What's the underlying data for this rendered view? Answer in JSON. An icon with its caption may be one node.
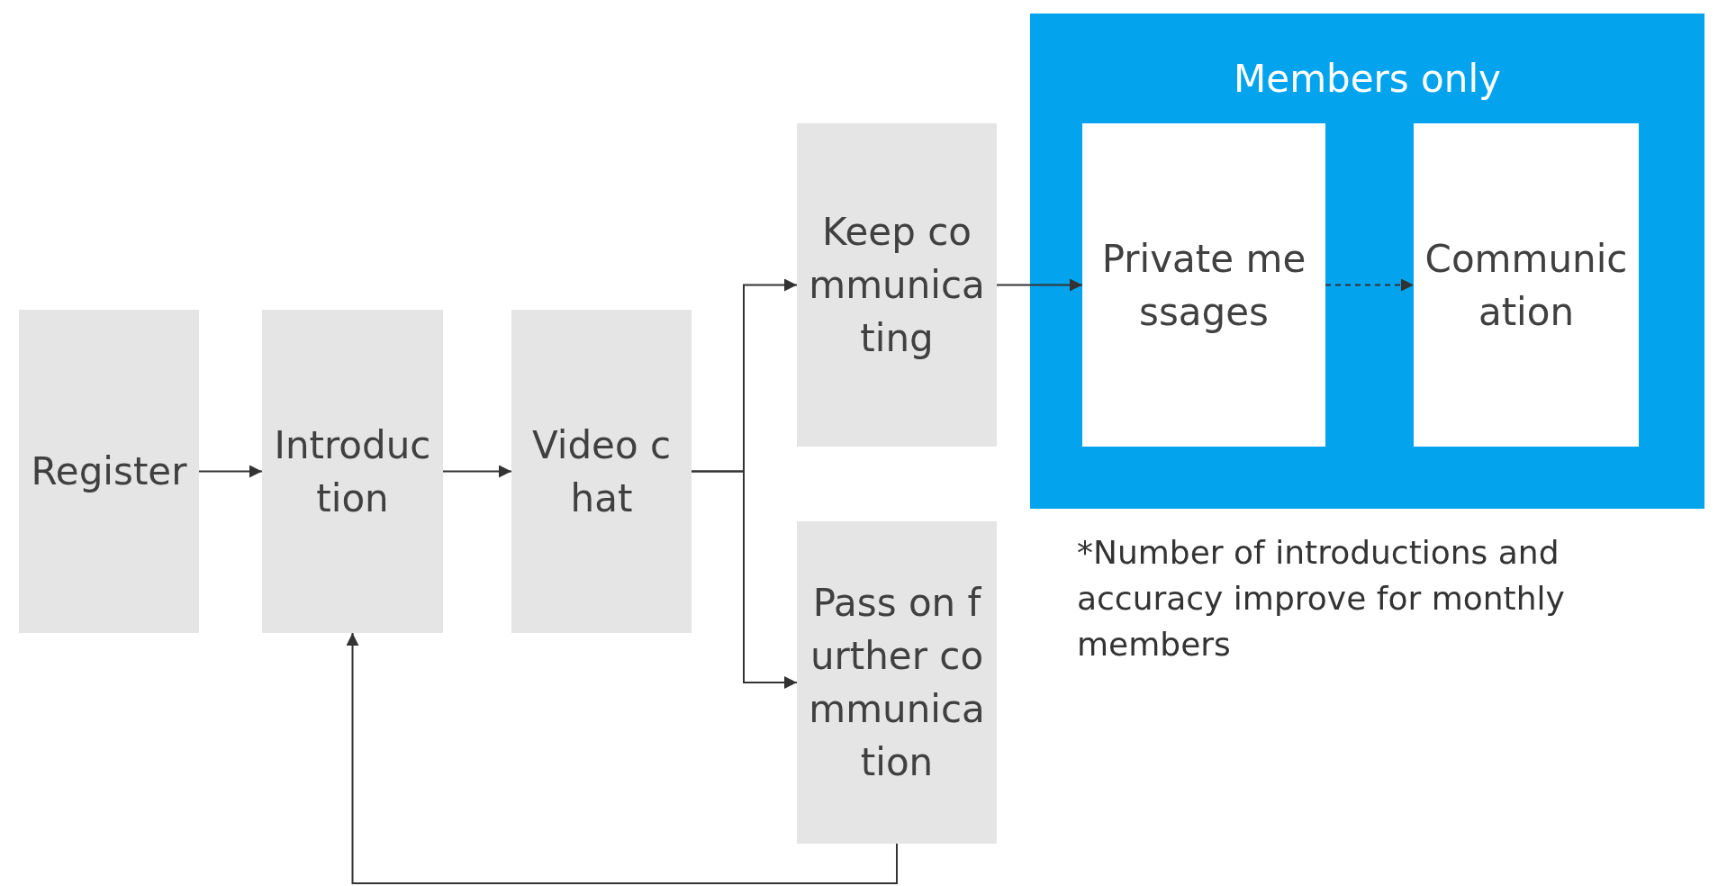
{
  "diagram": {
    "nodes": [
      {
        "text": [
          "Register"
        ]
      },
      {
        "text": [
          "Introduction"
        ]
      },
      {
        "text": [
          "Video chat"
        ]
      },
      {
        "text": [
          "Keep communicating"
        ]
      },
      {
        "text": [
          "Pass on further communication"
        ]
      },
      {
        "text": [
          "Members only"
        ]
      },
      {
        "text": [
          "Private messages"
        ],
        "in": 5
      },
      {
        "text": [
          "Communication"
        ],
        "in": 5
      }
    ],
    "edges": [
      {
        "from": 0,
        "to": 1,
        "arrow": "to"
      },
      {
        "from": 1,
        "to": 2,
        "arrow": "to"
      },
      {
        "from": 2,
        "to": 3,
        "arrow": "to"
      },
      {
        "from": 2,
        "to": 4,
        "arrow": "to"
      },
      {
        "from": 3,
        "to": 6,
        "arrow": "to"
      },
      {
        "from": 6,
        "to": 7,
        "arrow": "to",
        "style": "dashed"
      },
      {
        "from": 4,
        "to": 1,
        "arrow": "to"
      }
    ],
    "labels": [
      "*Number of introductions and accuracy improve for monthly members"
    ]
  }
}
